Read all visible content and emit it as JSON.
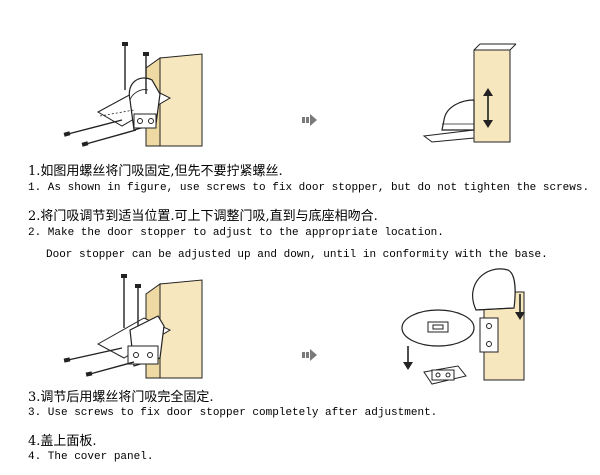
{
  "colors": {
    "wood": "#f7e7bf",
    "wood_edge": "#c9a86a",
    "ink": "#222222",
    "gray_arrow": "#7a7a7a"
  },
  "icons": {
    "next_step": "right-arrow-icon",
    "up_down": "double-arrow-icon",
    "down": "down-arrow-icon"
  },
  "steps": [
    {
      "cn": "1.如图用螺丝将门吸固定,但先不要拧紧螺丝.",
      "en": "1. As shown in figure, use screws to fix door stopper, but do not tighten the screws."
    },
    {
      "cn": "2.将门吸调节到适当位置.可上下调整门吸,直到与底座相吻合.",
      "en": "2. Make the door stopper to adjust to the appropriate location.",
      "en_extra": "Door stopper can be adjusted up and down, until in conformity with the base."
    },
    {
      "cn": "3.调节后用螺丝将门吸完全固定.",
      "en": "3. Use screws to fix door stopper completely after adjustment."
    },
    {
      "cn": "4.盖上面板.",
      "en": "4. The cover panel."
    }
  ]
}
